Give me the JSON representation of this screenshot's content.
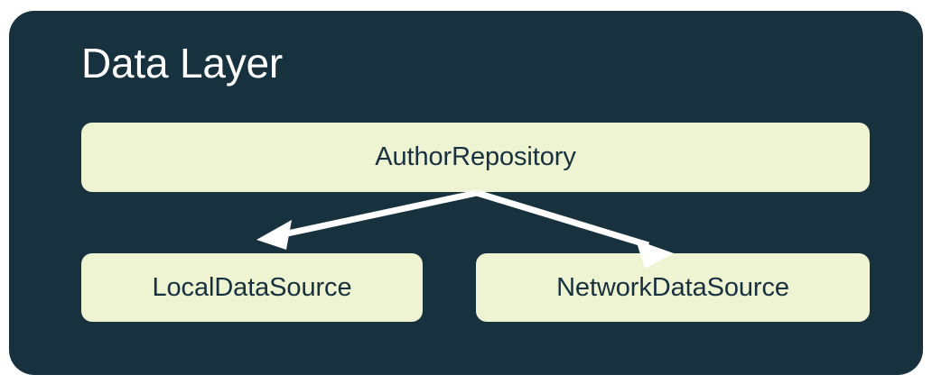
{
  "diagram": {
    "title": "Data Layer",
    "panel_color": "#17313F",
    "node_fill_color": "#EEF3D2",
    "node_text_color": "#17313F",
    "title_color": "#FFFFFF",
    "arrow_color": "#FFFFFF",
    "nodes": [
      {
        "id": "repository",
        "label": "AuthorRepository",
        "row": "top"
      },
      {
        "id": "local",
        "label": "LocalDataSource",
        "row": "bottom"
      },
      {
        "id": "network",
        "label": "NetworkDataSource",
        "row": "bottom"
      }
    ],
    "edges": [
      {
        "from": "AuthorRepository",
        "to": "LocalDataSource",
        "style": "solid-arrow"
      },
      {
        "from": "AuthorRepository",
        "to": "NetworkDataSource",
        "style": "solid-arrow"
      }
    ]
  }
}
